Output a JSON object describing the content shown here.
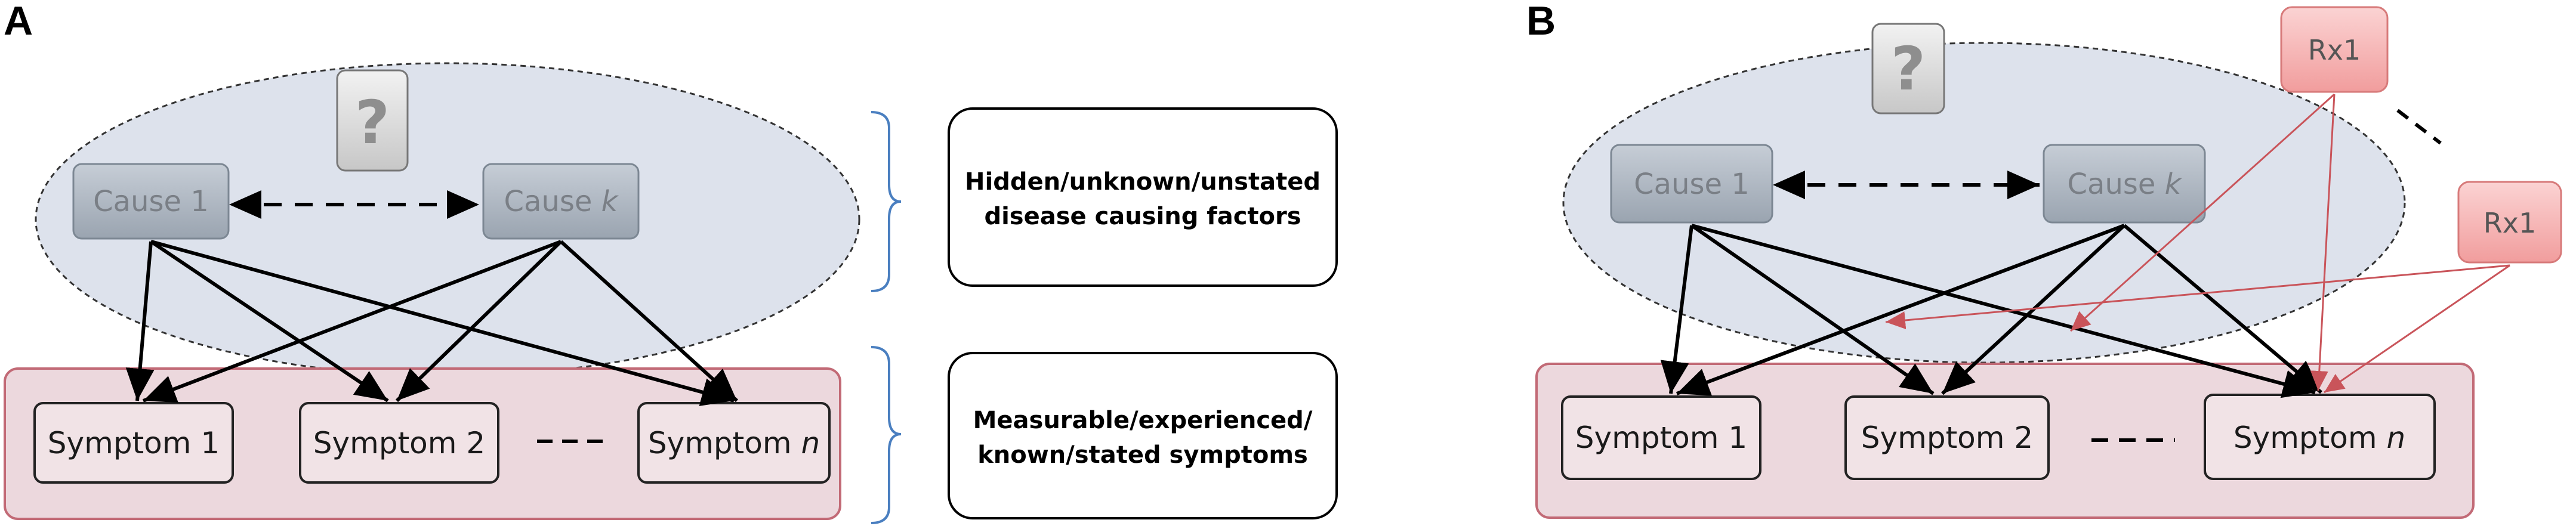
{
  "panels": {
    "a_label": "A",
    "b_label": "B"
  },
  "question_mark": "?",
  "causes": {
    "cause1": "Cause 1",
    "causek_prefix": "Cause ",
    "causek_var": "k"
  },
  "symptoms": {
    "s1": "Symptom 1",
    "s2": "Symptom 2",
    "sn_prefix": "Symptom ",
    "sn_var": "n"
  },
  "descriptions": {
    "hidden_line1": "Hidden/unknown/unstated",
    "hidden_line2": "disease causing factors",
    "measurable_line1": "Measurable/experienced/",
    "measurable_line2": "known/stated symptoms"
  },
  "treatments": {
    "rx_top": "Rx1",
    "rx_right": "Rx1"
  },
  "colors": {
    "ellipse_fill": "#dde2ec",
    "symptom_band_fill": "#ecd8dd",
    "symptom_band_stroke": "#c26a76",
    "cause_box_fill": "#a9b2bd",
    "rx_fill": "#f6b7b7",
    "rx_arrow": "#c9545a",
    "bracket": "#4a7fc0"
  }
}
